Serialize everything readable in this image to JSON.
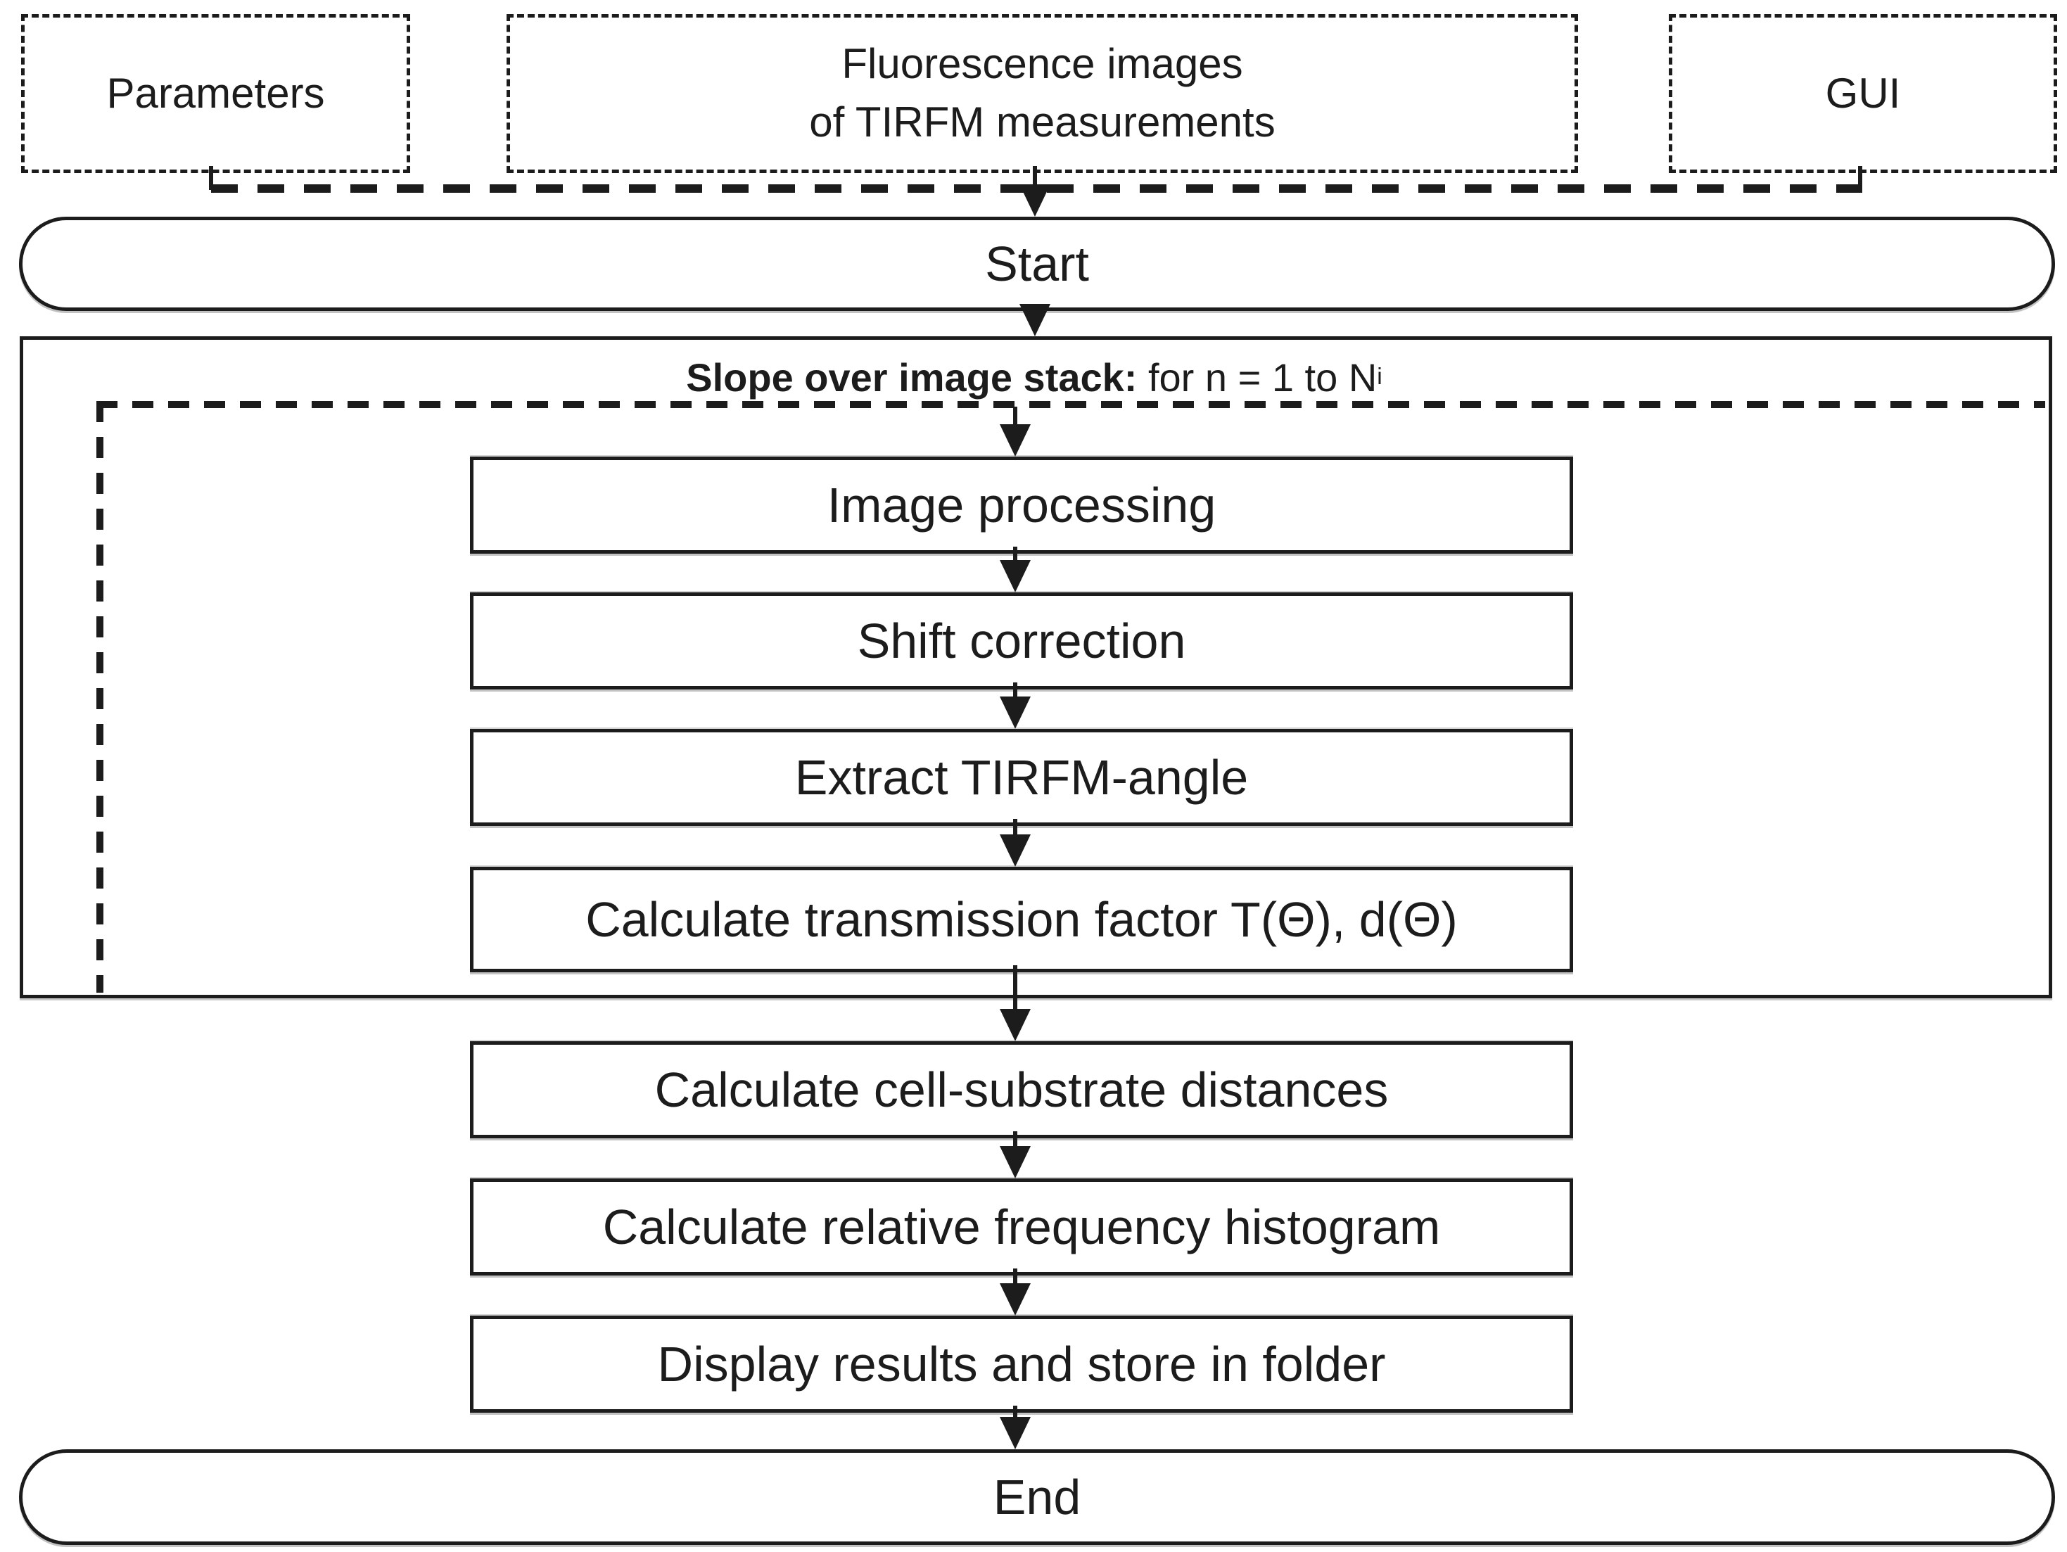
{
  "diagram": {
    "background_color": "#ffffff",
    "ink_color": "#1c1c1c",
    "inputs": {
      "parameters": {
        "label": "Parameters"
      },
      "fluorescence": {
        "line1": "Fluorescence images",
        "line2": "of TIRFM measurements"
      },
      "gui": {
        "label": "GUI"
      }
    },
    "start": {
      "label": "Start"
    },
    "loop": {
      "title_bold": "Slope over image stack:",
      "title_rest": " for n = 1 to N",
      "title_subscript": "i",
      "steps": [
        "Image processing",
        "Shift correction",
        "Extract TIRFM-angle",
        "Calculate transmission factor T(Θ), d(Θ)"
      ]
    },
    "post_loop_steps": [
      "Calculate cell-substrate distances",
      "Calculate relative frequency histogram",
      "Display results and store in folder"
    ],
    "end": {
      "label": "End"
    }
  }
}
